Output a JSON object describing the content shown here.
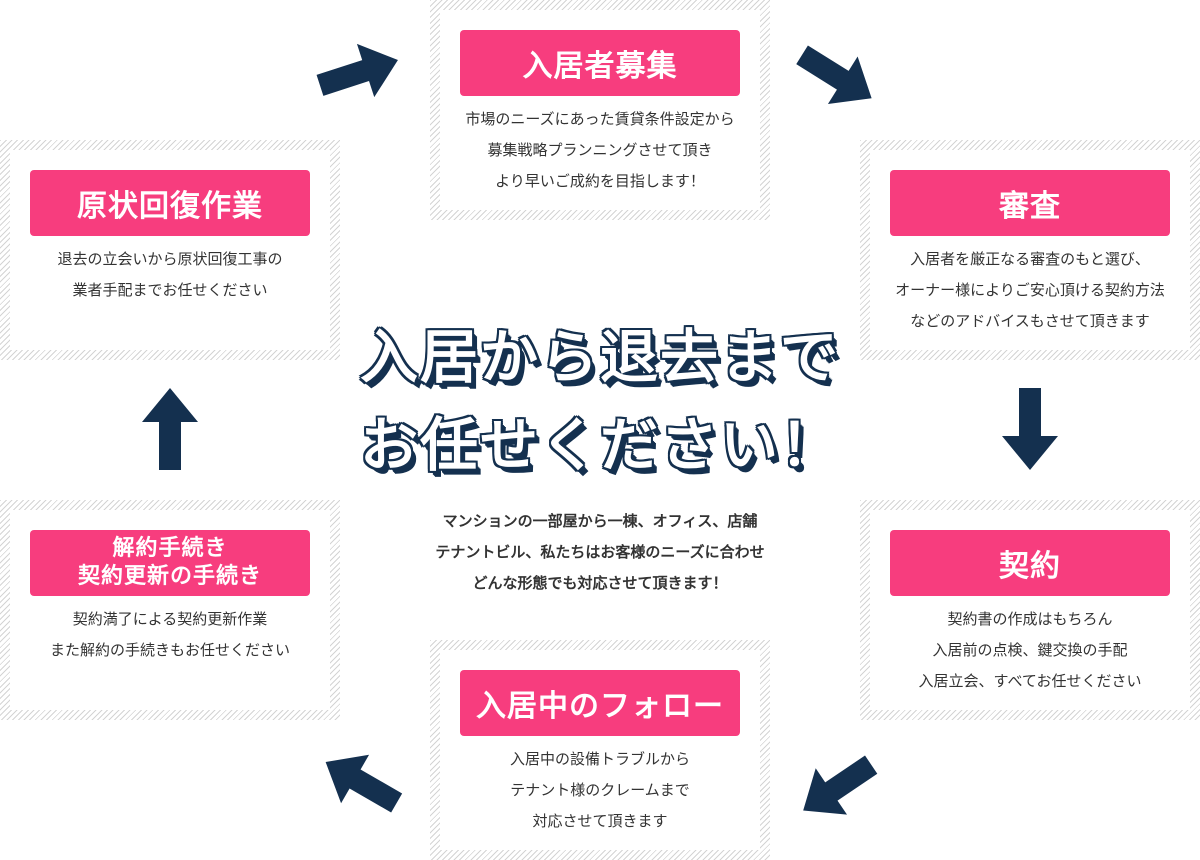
{
  "steps": [
    {
      "title": "入居者募集",
      "lines": [
        "市場のニーズにあった賃貸条件設定から",
        "募集戦略プランニングさせて頂き",
        "より早いご成約を目指します！"
      ]
    },
    {
      "title": "審査",
      "lines": [
        "入居者を厳正なる審査のもと選び、",
        "オーナー様によりご安心頂ける契約方法",
        "などのアドバイスもさせて頂きます"
      ]
    },
    {
      "title": "契約",
      "lines": [
        "契約書の作成はもちろん",
        "入居前の点検、鍵交換の手配",
        "入居立会、すべてお任せください"
      ]
    },
    {
      "title": "入居中のフォロー",
      "lines": [
        "入居中の設備トラブルから",
        "テナント様のクレームまで",
        "対応させて頂きます"
      ]
    },
    {
      "title_lines": [
        "解約手続き",
        "契約更新の手続き"
      ],
      "lines": [
        "契約満了による契約更新作業",
        "また解約の手続きもお任せください"
      ]
    },
    {
      "title": "原状回復作業",
      "lines": [
        "退去の立会いから原状回復工事の",
        "業者手配までお任せください"
      ]
    }
  ],
  "headline": [
    "入居から退去まで",
    "お任せください！"
  ],
  "center_text": [
    "マンションの一部屋から一棟、オフィス、店舗",
    "テナントビル、私たちはお客様のニーズに合わせ",
    "どんな形態でも対応させて頂きます！"
  ],
  "colors": {
    "accent": "#f73d7e",
    "navy": "#14304f",
    "stripe": "#d4d4d4"
  }
}
